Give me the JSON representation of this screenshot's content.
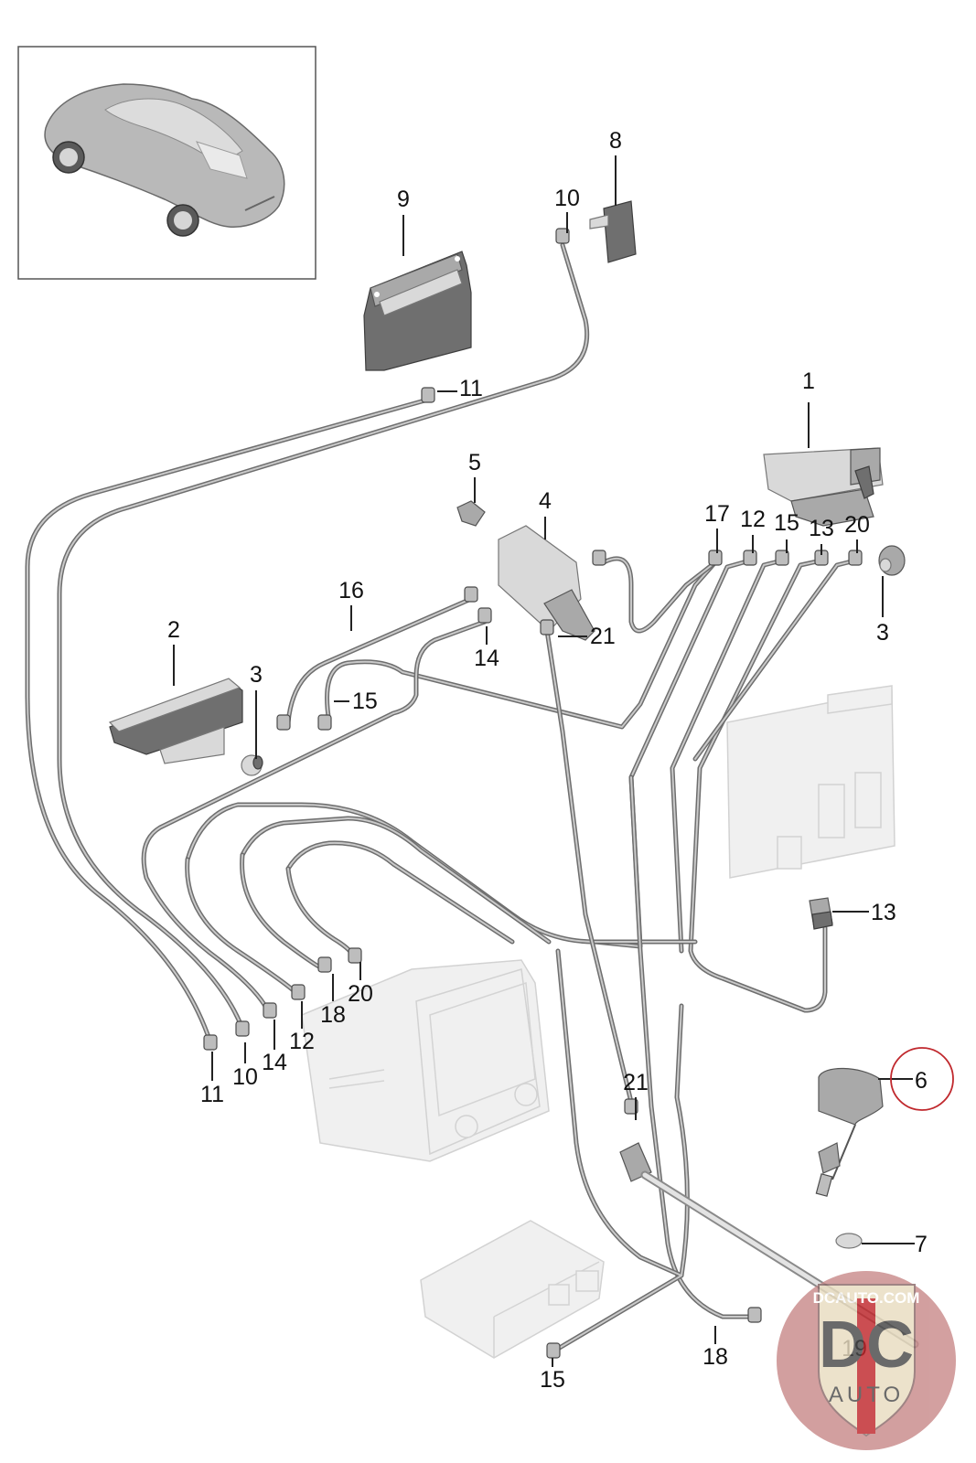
{
  "diagram": {
    "title": "Antenna cable / amplifier exploded parts view",
    "highlight_color": "#c0282d",
    "highlighted_part": "6",
    "inset": {
      "label": "vehicle-overview",
      "description": "Porsche coupe, rear three-quarter view"
    },
    "callouts": [
      {
        "id": "c1",
        "number": "1"
      },
      {
        "id": "c2",
        "number": "2"
      },
      {
        "id": "c3a",
        "number": "3"
      },
      {
        "id": "c3b",
        "number": "3"
      },
      {
        "id": "c4",
        "number": "4"
      },
      {
        "id": "c5",
        "number": "5"
      },
      {
        "id": "c6",
        "number": "6"
      },
      {
        "id": "c7",
        "number": "7"
      },
      {
        "id": "c8",
        "number": "8"
      },
      {
        "id": "c9",
        "number": "9"
      },
      {
        "id": "c10a",
        "number": "10"
      },
      {
        "id": "c10b",
        "number": "10"
      },
      {
        "id": "c11a",
        "number": "11"
      },
      {
        "id": "c11b",
        "number": "11"
      },
      {
        "id": "c12a",
        "number": "12"
      },
      {
        "id": "c12b",
        "number": "12"
      },
      {
        "id": "c13a",
        "number": "13"
      },
      {
        "id": "c13b",
        "number": "13"
      },
      {
        "id": "c14a",
        "number": "14"
      },
      {
        "id": "c14b",
        "number": "14"
      },
      {
        "id": "c15a",
        "number": "15"
      },
      {
        "id": "c15b",
        "number": "15"
      },
      {
        "id": "c15c",
        "number": "15"
      },
      {
        "id": "c16",
        "number": "16"
      },
      {
        "id": "c17",
        "number": "17"
      },
      {
        "id": "c18a",
        "number": "18"
      },
      {
        "id": "c18b",
        "number": "18"
      },
      {
        "id": "c19",
        "number": "19"
      },
      {
        "id": "c20a",
        "number": "20"
      },
      {
        "id": "c20b",
        "number": "20"
      },
      {
        "id": "c21a",
        "number": "21"
      },
      {
        "id": "c21b",
        "number": "21"
      }
    ]
  },
  "watermark": {
    "site": "DCAUTO.COM",
    "letters": "DC",
    "word": "AUTO",
    "badge_color": "#c0282d"
  }
}
